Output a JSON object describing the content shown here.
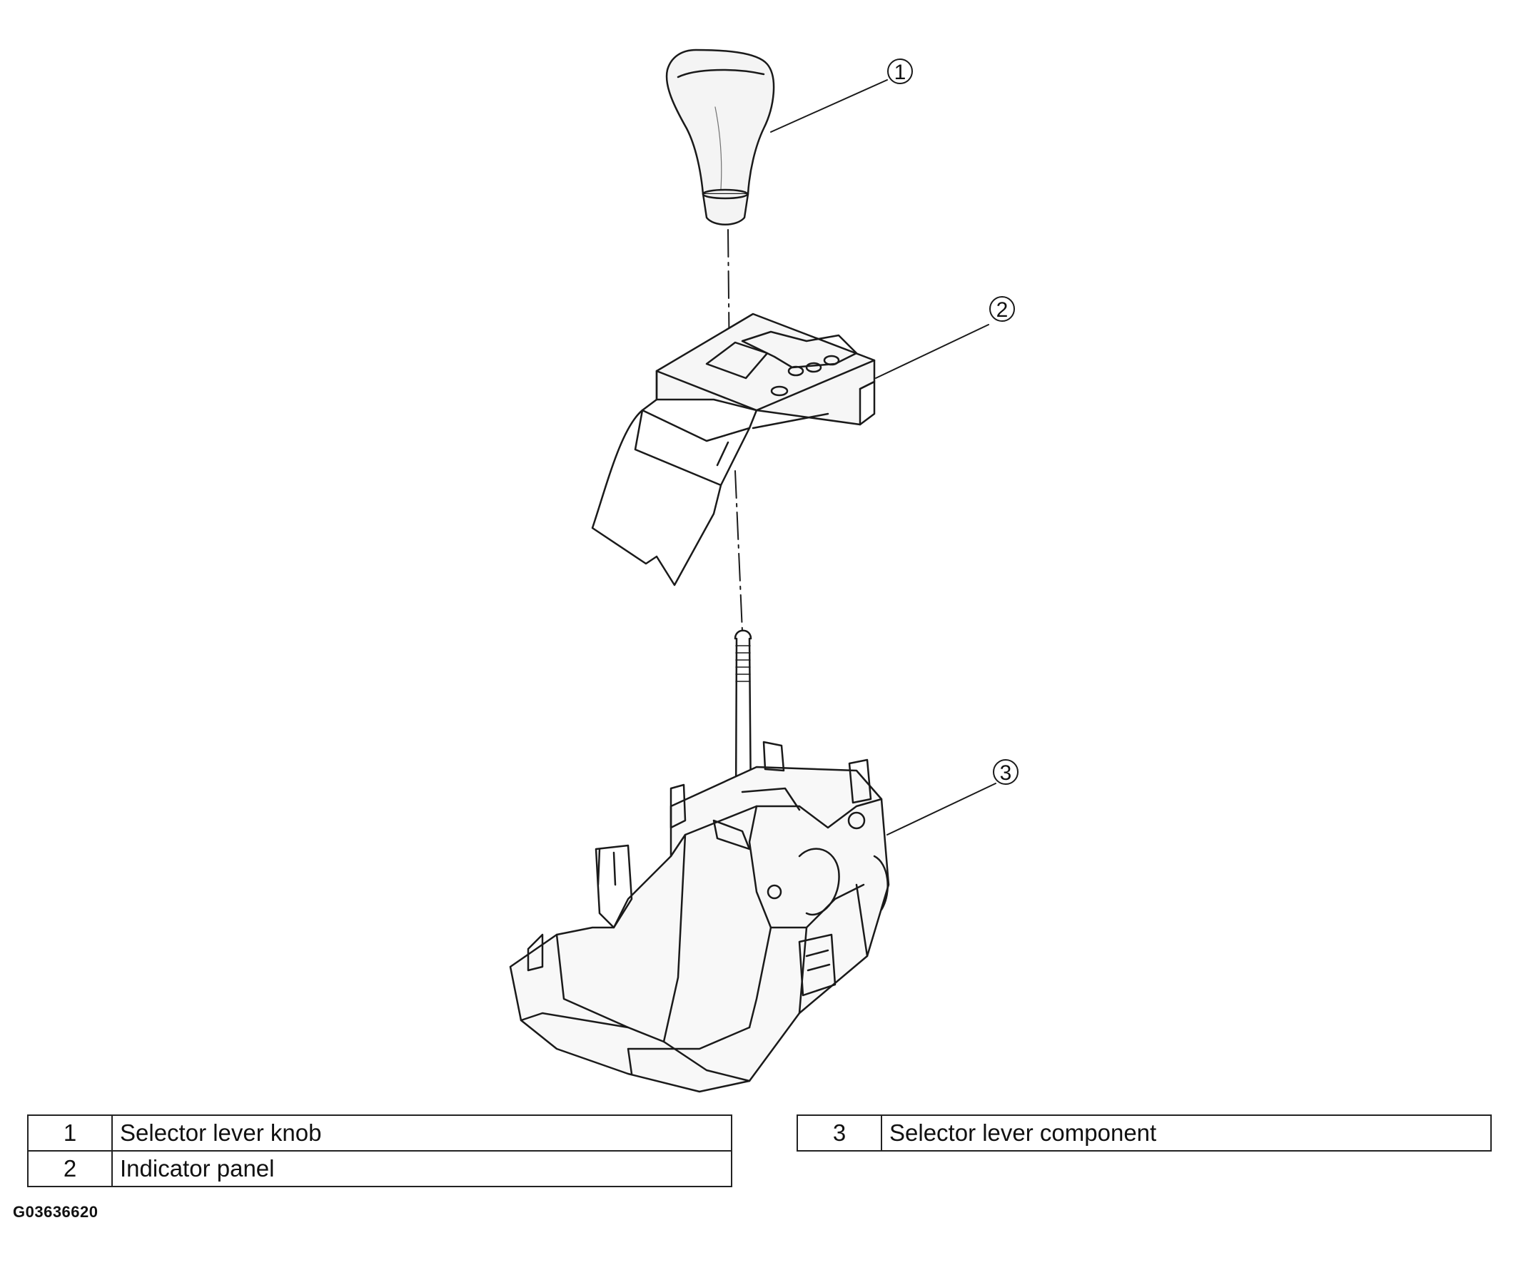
{
  "callouts": [
    {
      "num": "1"
    },
    {
      "num": "2"
    },
    {
      "num": "3"
    }
  ],
  "legend": {
    "left": [
      {
        "num": "1",
        "label": "Selector lever knob"
      },
      {
        "num": "2",
        "label": "Indicator panel"
      }
    ],
    "right": [
      {
        "num": "3",
        "label": "Selector lever component"
      }
    ]
  },
  "figure_id": "G03636620",
  "colors": {
    "line": "#1a1a1a",
    "background": "#ffffff"
  }
}
